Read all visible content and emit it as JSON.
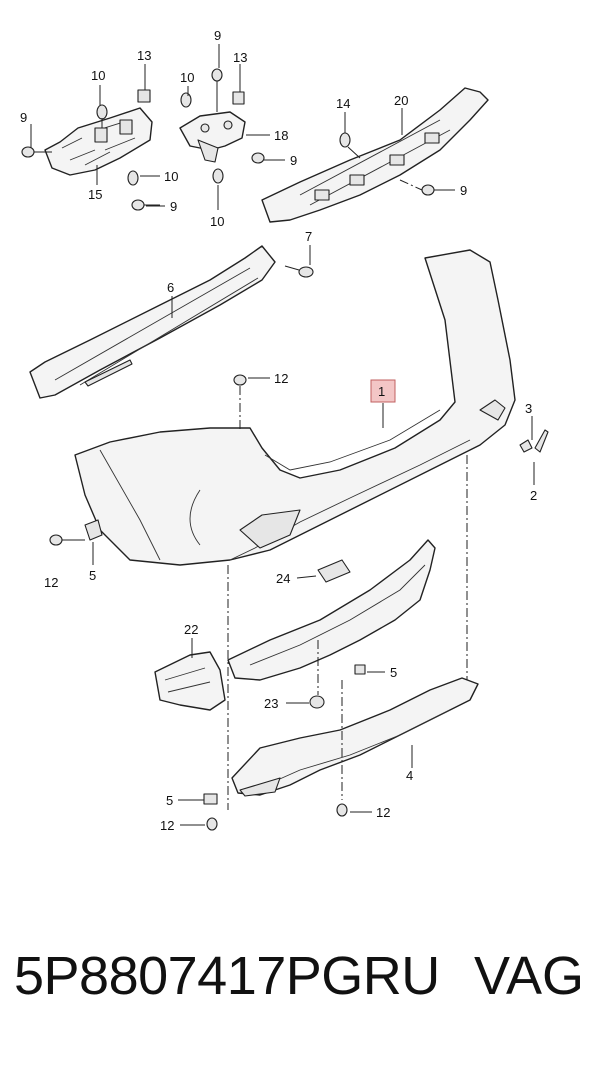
{
  "callouts": {
    "c1": "1",
    "c2": "2",
    "c3": "3",
    "c4": "4",
    "c5a": "5",
    "c5b": "5",
    "c5c": "5",
    "c6": "6",
    "c7": "7",
    "c9a": "9",
    "c9b": "9",
    "c9c": "9",
    "c9d": "9",
    "c9e": "9",
    "c10a": "10",
    "c10b": "10",
    "c10c": "10",
    "c10d": "10",
    "c12a": "12",
    "c12b": "12",
    "c12c": "12",
    "c12d": "12",
    "c13a": "13",
    "c13b": "13",
    "c14": "14",
    "c15": "15",
    "c18": "18",
    "c20": "20",
    "c22": "22",
    "c23": "23",
    "c24": "24"
  },
  "footer": {
    "part_number": "5P8807417PGRU",
    "brand": "VAG"
  },
  "colors": {
    "highlight_box": "#f3c6c6",
    "line": "#222222"
  }
}
